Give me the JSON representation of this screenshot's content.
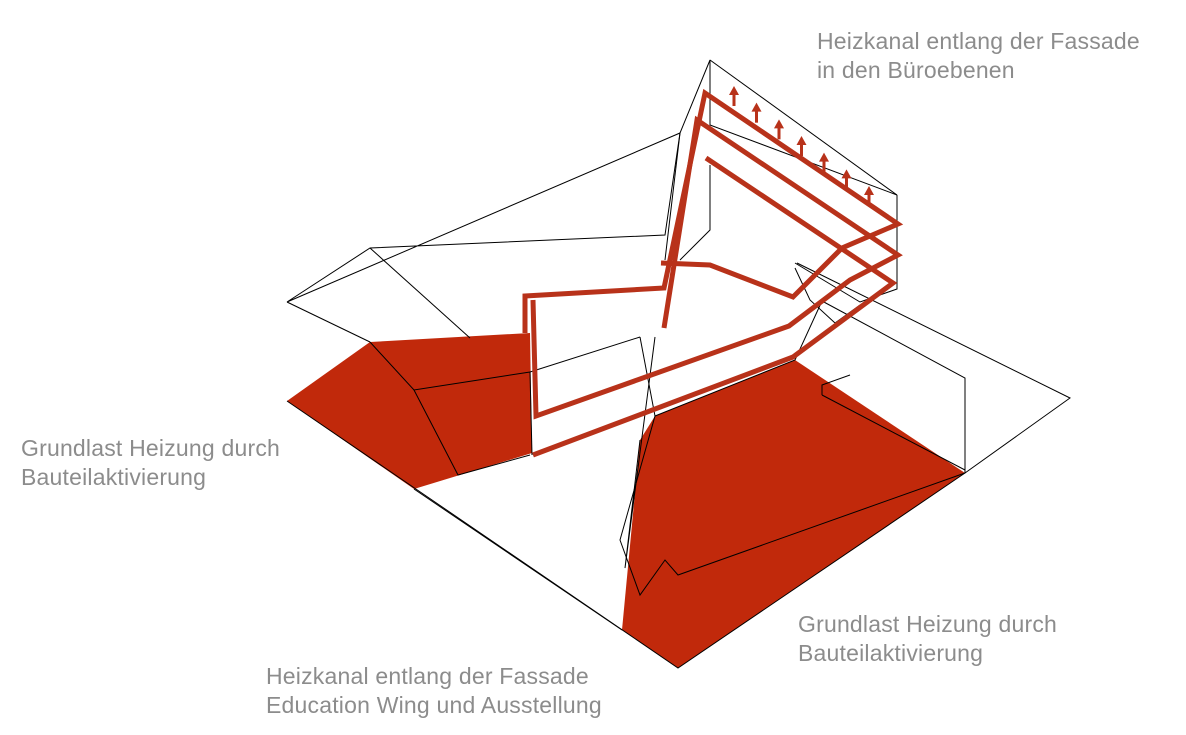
{
  "labels": {
    "top": {
      "line1": "Heizkanal entlang der Fassade",
      "line2": "in den Büroebenen"
    },
    "left": {
      "line1": "Grundlast Heizung durch",
      "line2": "Bauteilaktivierung"
    },
    "right": {
      "line1": "Grundlast Heizung durch",
      "line2": "Bauteilaktivierung"
    },
    "bottom": {
      "line1": "Heizkanal entlang der Fassade",
      "line2": "Education Wing und Ausstellung"
    }
  },
  "colors": {
    "heating_fill": "#c1290b",
    "heating_channel": "#b8321a",
    "outline": "#000000",
    "label_text": "#8c8c8c",
    "background": "#ffffff"
  },
  "icons": {
    "arrow": "up-arrow-icon"
  },
  "arrow_count": 7
}
